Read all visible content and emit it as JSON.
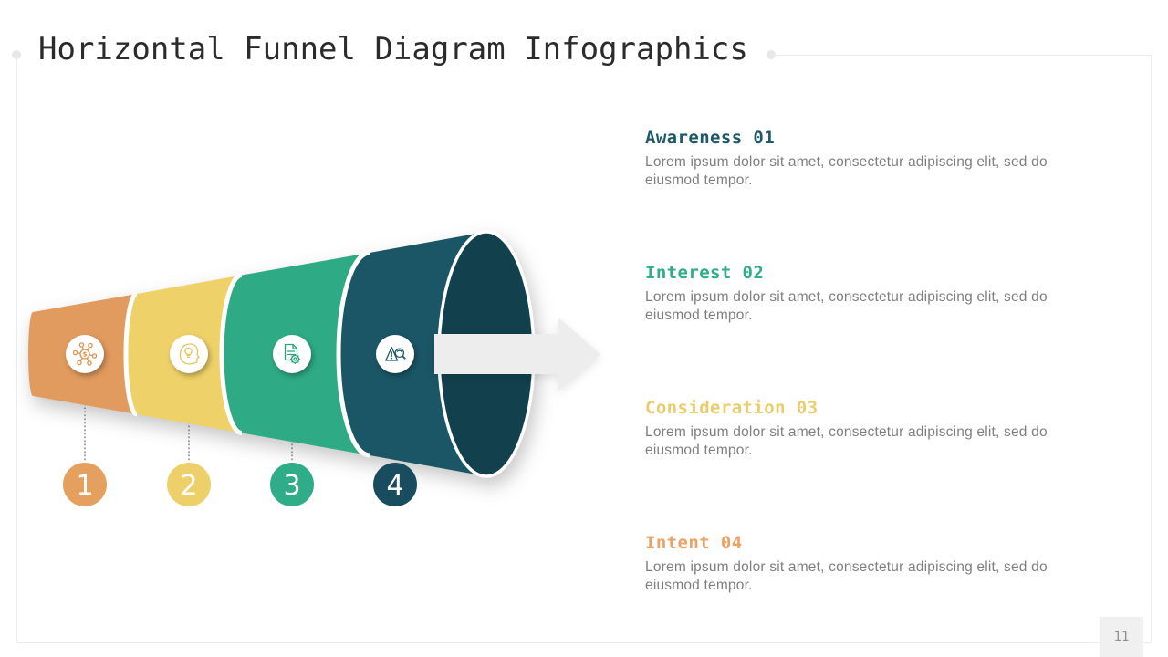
{
  "slide": {
    "title": "Horizontal Funnel Diagram Infographics",
    "page_number": "11"
  },
  "funnel": {
    "arrow_color": "#ededed",
    "mouth_color": "#12404d",
    "stages": [
      {
        "number": "1",
        "color": "#e29b5e",
        "badge_color": "#e5a05f",
        "icon": "network-dollar-icon"
      },
      {
        "number": "2",
        "color": "#efd169",
        "badge_color": "#edd069",
        "icon": "head-idea-icon"
      },
      {
        "number": "3",
        "color": "#2eab84",
        "badge_color": "#2fad88",
        "icon": "document-gear-icon"
      },
      {
        "number": "4",
        "color": "#1b5666",
        "badge_color": "#1a4c5f",
        "icon": "warning-search-icon"
      }
    ]
  },
  "sections": [
    {
      "title": "Awareness 01",
      "color": "#1d5968",
      "body_lines": [
        "Lorem ipsum dolor sit amet, consectetur adipiscing elit, sed do",
        "eiusmod tempor."
      ]
    },
    {
      "title": "Interest 02",
      "color": "#2fae88",
      "body_lines": [
        "Lorem ipsum dolor sit amet, consectetur adipiscing elit, sed do",
        "eiusmod tempor."
      ]
    },
    {
      "title": "Consideration 03",
      "color": "#e9cd6a",
      "body_lines": [
        "Lorem ipsum dolor sit amet, consectetur adipiscing elit, sed do",
        "eiusmod tempor."
      ]
    },
    {
      "title": "Intent 04",
      "color": "#e9a367",
      "body_lines": [
        "Lorem ipsum dolor sit amet, consectetur adipiscing elit, sed do",
        "eiusmod tempor."
      ]
    }
  ]
}
